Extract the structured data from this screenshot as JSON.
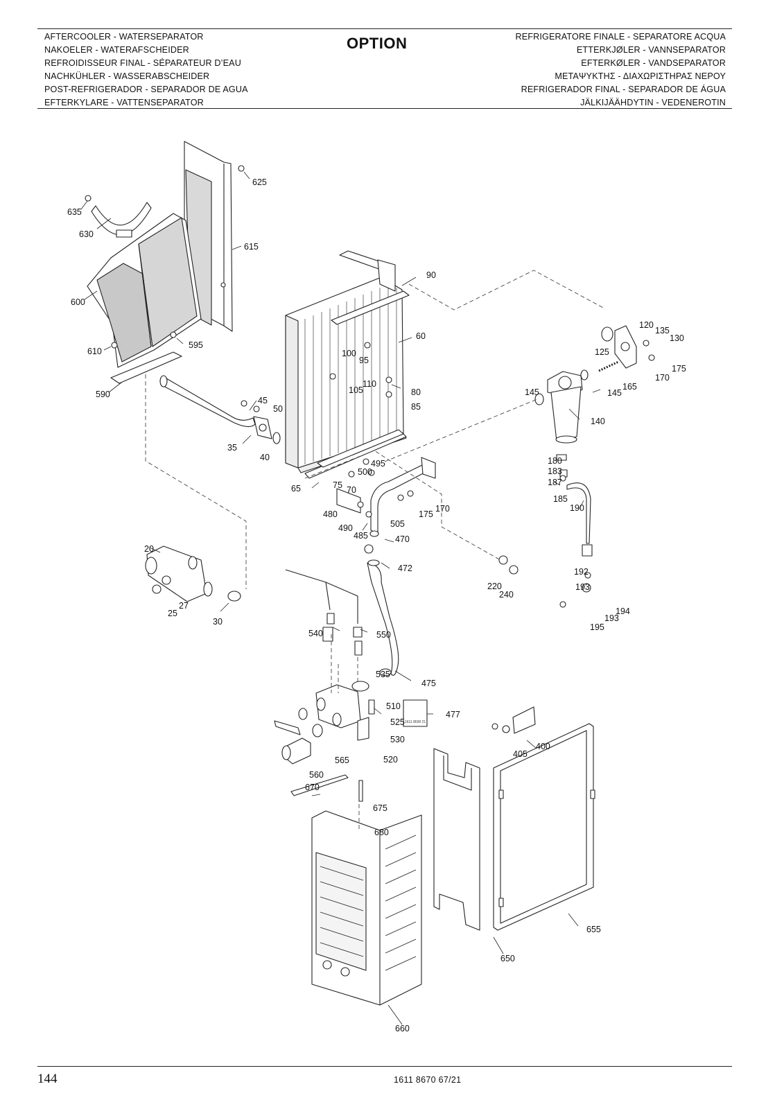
{
  "header": {
    "left_lines": [
      "AFTERCOOLER - WATERSEPARATOR",
      "NAKOELER - WATERAFSCHEIDER",
      "REFROIDISSEUR FINAL - SÉPARATEUR D’EAU",
      "NACHKÜHLER - WASSERABSCHEIDER",
      "POST-REFRIGERADOR - SEPARADOR DE AGUA",
      "EFTERKYLARE - VATTENSEPARATOR"
    ],
    "title": "OPTION",
    "right_lines": [
      "REFRIGERATORE FINALE - SEPARATORE ACQUA",
      "ETTERKJØLER - VANNSEPARATOR",
      "EFTERKØLER - VANDSEPARATOR",
      "ΜΕΤΑΨΥΚΤΗΣ - ΔΙΑΧΩΡΙΣΤΗΡΑΣ ΝΕΡΟΥ",
      "REFRIGERADOR FINAL - SEPARADOR DE ÁGUA",
      "JÄLKIJÄÄHDYTIN - VEDENEROTIN"
    ]
  },
  "diagram": {
    "callouts": [
      "625",
      "635",
      "630",
      "615",
      "600",
      "610",
      "595",
      "590",
      "90",
      "60",
      "100",
      "95",
      "110",
      "105",
      "80",
      "85",
      "45",
      "50",
      "35",
      "40",
      "120",
      "135",
      "130",
      "125",
      "175",
      "170",
      "165",
      "145",
      "145",
      "140",
      "180",
      "183",
      "187",
      "185",
      "190",
      "65",
      "495",
      "500",
      "75",
      "70",
      "480",
      "490",
      "485",
      "505",
      "175",
      "170",
      "470",
      "472",
      "220",
      "240",
      "192",
      "193",
      "194",
      "193",
      "195",
      "20",
      "27",
      "25",
      "30",
      "540",
      "550",
      "535",
      "475",
      "510",
      "525",
      "530",
      "520",
      "477",
      "400",
      "405",
      "565",
      "560",
      "670",
      "675",
      "680",
      "655",
      "650",
      "660"
    ],
    "stamp_text": "1611 8690 21"
  },
  "footer": {
    "page_number": "144",
    "doc_code": "1611 8670 67/21"
  }
}
